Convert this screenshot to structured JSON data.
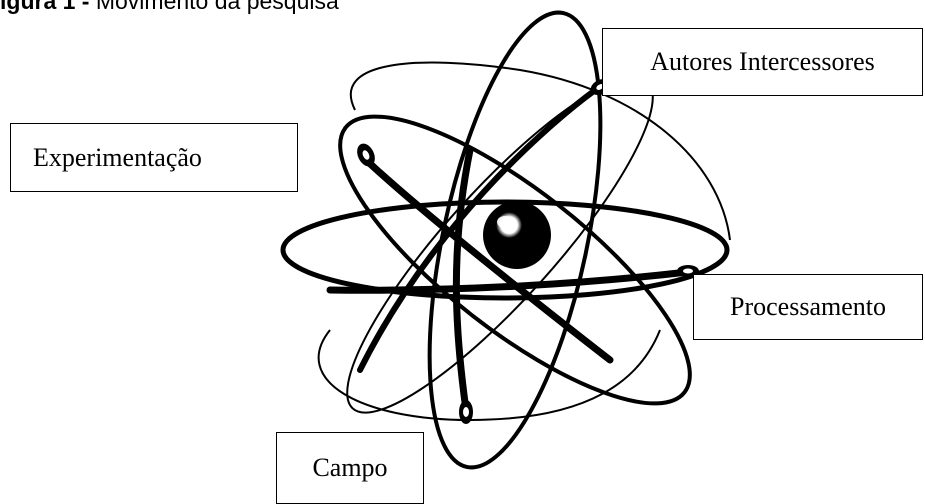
{
  "figure": {
    "caption_label": "igura 1 -",
    "caption_text": " Movimento da pesquisa"
  },
  "labels": {
    "autores": "Autores Intercessores",
    "experimentacao": "Experimentação",
    "processamento": "Processamento",
    "campo": "Campo"
  },
  "colors": {
    "stroke": "#000000",
    "background": "#ffffff"
  },
  "icons": {
    "center": "nucleus-icon",
    "electron": "electron-icon"
  }
}
